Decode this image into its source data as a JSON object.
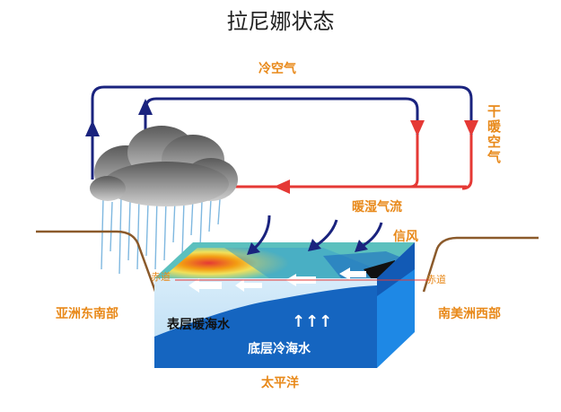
{
  "title": "拉尼娜状态",
  "labels": {
    "cold_air": "冷空气",
    "dry_warm_air": "干暖空气",
    "warm_humid_flow": "暖湿气流",
    "trade_wind": "信风",
    "equator_left": "赤道",
    "equator_right": "赤道",
    "southeast_asia": "亚洲东南部",
    "west_south_america": "南美洲西部",
    "surface_warm_water": "表层暖海水",
    "deep_cold_water": "底层冷海水",
    "pacific_ocean": "太平洋",
    "upwelling_arrows": "↑↑↑"
  },
  "colors": {
    "circulation_dark": "#1a237e",
    "circulation_red": "#e53935",
    "label_orange": "#e8891a",
    "ocean_blue": "#1565c0",
    "land_brown": "#8b5a2b"
  }
}
